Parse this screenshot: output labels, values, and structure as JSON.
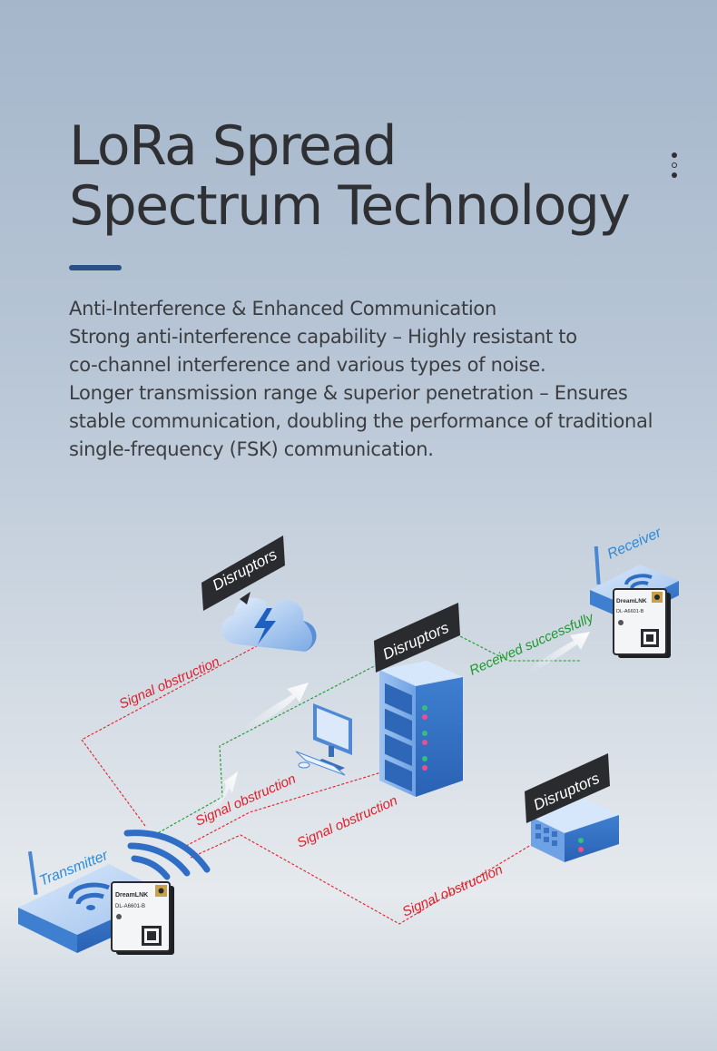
{
  "title": {
    "line1": "LoRa Spread",
    "line2": "Spectrum Technology"
  },
  "intro": {
    "lines": [
      "Anti-Interference & Enhanced Communication",
      "Strong anti-interference capability – Highly resistant to",
      "co-channel interference and various types of noise.",
      "Longer transmission range & superior penetration – Ensures",
      "stable communication, doubling the performance of traditional",
      "single-frequency (FSK) communication."
    ]
  },
  "diagram": {
    "transmitter_label": "Transmitter",
    "receiver_label": "Receiver",
    "received_label": "Received successfully",
    "disruptor_label": "Disruptors",
    "obstruction_label": "Signal obstruction",
    "module_brand": "DreamLNK",
    "module_model": "DL-A6601-B"
  },
  "colors": {
    "accent": "#2b4f86",
    "title": "#2f3033",
    "body": "#3b3d40",
    "device_blue": "#4a87d3",
    "red_path": "#e0202a",
    "green_path": "#1b9a2c",
    "label_blue": "#2d8bd8",
    "tag_dark": "#2a2b2e"
  }
}
